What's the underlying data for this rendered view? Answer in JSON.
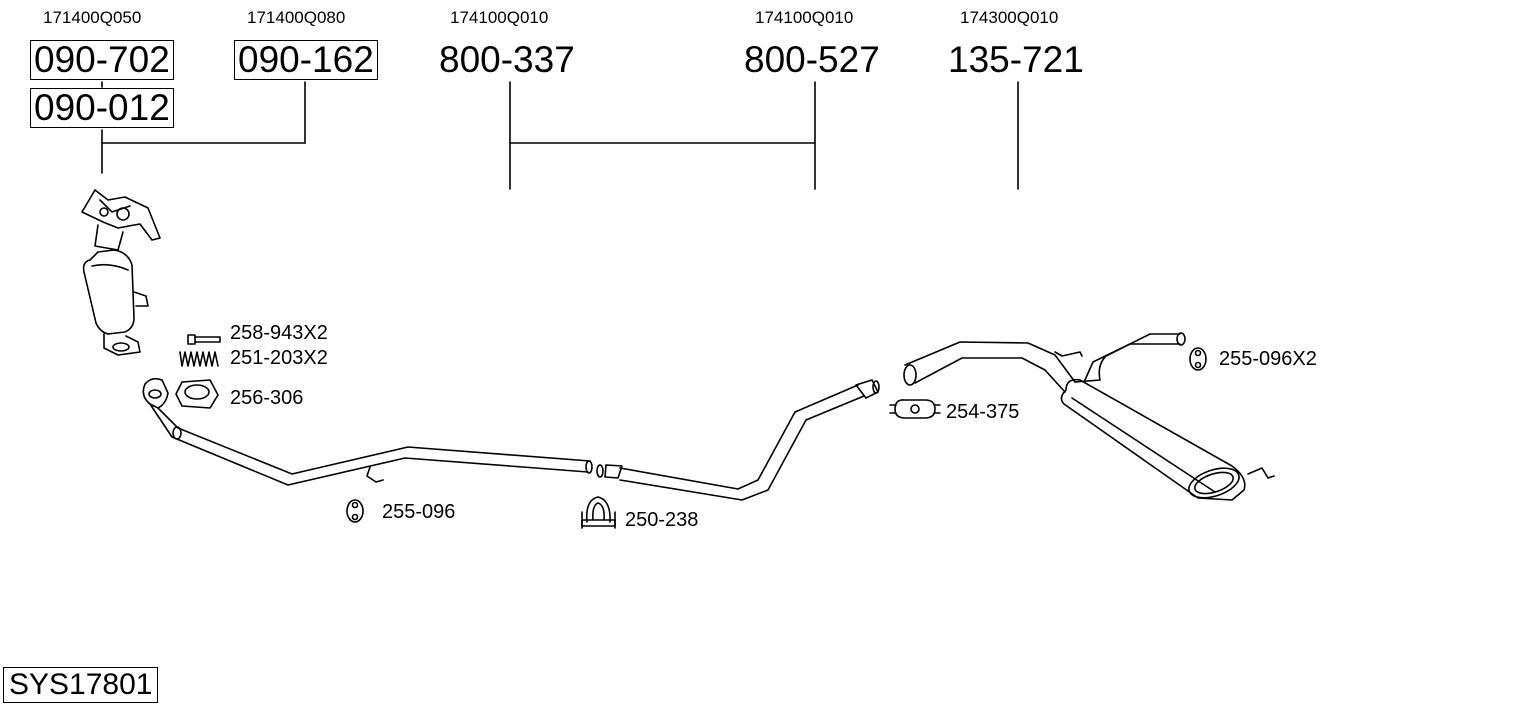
{
  "oem_numbers": {
    "col1": "171400Q050",
    "col2": "171400Q080",
    "col3": "174100Q010",
    "col4": "174100Q010",
    "col5": "174300Q010"
  },
  "part_numbers": {
    "p1": "090-702",
    "p2": "090-012",
    "p3": "090-162",
    "p4": "800-337",
    "p5": "800-527",
    "p6": "135-721"
  },
  "accessories": {
    "bolt": "258-943X2",
    "spring": "251-203X2",
    "gasket": "256-306",
    "rubber_mount_front": "255-096",
    "clamp_middle": "250-238",
    "clamp_rear": "254-375",
    "rubber_mount_rear": "255-096X2"
  },
  "system_id": "SYS17801",
  "icons": [
    "catalytic-converter",
    "front-pipe",
    "middle-pipe",
    "rear-muffler",
    "bolt-icon",
    "spring-icon",
    "gasket-icon",
    "rubber-mount-icon",
    "u-clamp-icon",
    "band-clamp-icon"
  ]
}
